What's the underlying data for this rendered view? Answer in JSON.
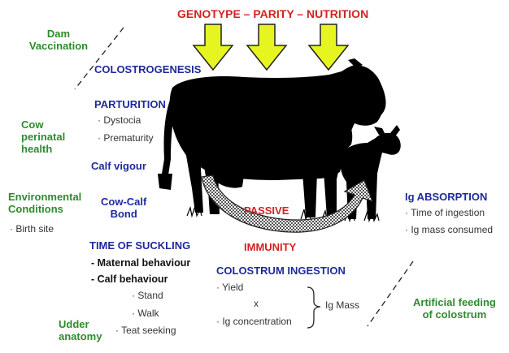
{
  "header": "GENOTYPE – PARITY – NUTRITION",
  "left": {
    "dam_vaccination": [
      "Dam",
      "Vaccination"
    ],
    "cow_perinatal_health": [
      "Cow",
      "perinatal",
      "health"
    ],
    "environmental_conditions": [
      "Environmental",
      "Conditions"
    ],
    "birth_site": "· Birth site",
    "udder_anatomy": [
      "Udder",
      "anatomy"
    ]
  },
  "center": {
    "colostrogenesis": "COLOSTROGENESIS",
    "parturition": "PARTURITION",
    "dystocia": "· Dystocia",
    "prematurity": "· Prematurity",
    "calf_vigour": "Calf vigour",
    "cow_calf_bond": [
      "Cow-Calf",
      "Bond"
    ],
    "time_of_suckling": "TIME OF SUCKLING",
    "maternal_behaviour": "- Maternal behaviour",
    "calf_behaviour": "- Calf behaviour",
    "stand": "· Stand",
    "walk": "· Walk",
    "teat_seeking": "· Teat seeking",
    "passive": "PASSIVE",
    "immunity": "IMMUNITY"
  },
  "colostrum": {
    "title": "COLOSTRUM INGESTION",
    "yield": "· Yield",
    "x": "x",
    "ig_concentration": "· Ig concentration",
    "ig_mass": "Ig Mass"
  },
  "right": {
    "ig_absorption": "Ig ABSORPTION",
    "time_of_ingestion": "· Time of ingestion",
    "ig_mass_consumed": "· Ig mass consumed",
    "artificial_feeding": [
      "Artificial feeding",
      "of colostrum"
    ]
  },
  "colors": {
    "green": "#2e8b2e",
    "blue": "#1f2a9c",
    "red": "#d12222",
    "arrow_fill": "#e6f51f"
  }
}
